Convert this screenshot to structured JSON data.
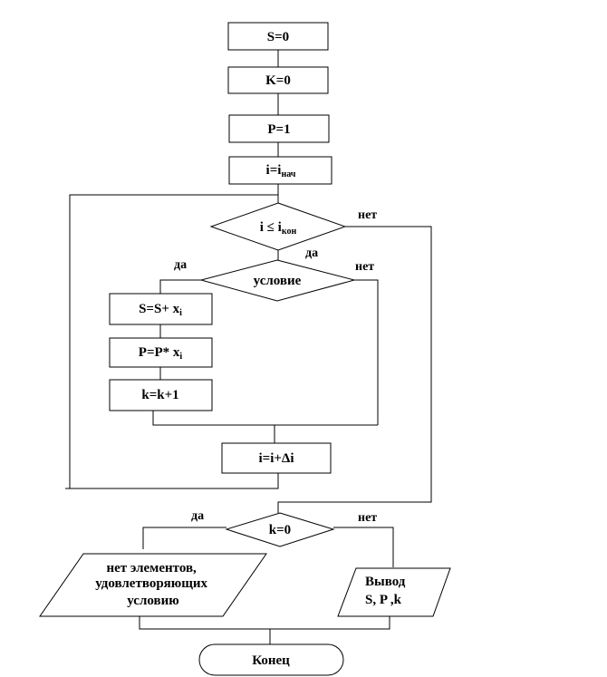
{
  "flowchart": {
    "s_init": "S=0",
    "k_init": "K=0",
    "p_init": "P=1",
    "i_init": {
      "main": "i=i",
      "sub": "нач"
    },
    "loop_cond": {
      "main": "i ≤ i",
      "sub": "кон"
    },
    "loop_yes": "да",
    "loop_no": "нет",
    "cond": "условие",
    "cond_yes": "да",
    "cond_no": "нет",
    "sum_step": {
      "main": "S=S+ x",
      "sub": "i"
    },
    "prod_step": {
      "main": "P=P* x",
      "sub": "i"
    },
    "count_step": "k=k+1",
    "i_step": "i=i+Δi",
    "k_cond": "k=0",
    "k_yes": "да",
    "k_no": "нет",
    "no_elements": [
      "нет элементов,",
      "удовлетворяющих",
      "условию"
    ],
    "output": [
      "Вывод",
      "S, P ,k"
    ],
    "end": "Конец"
  }
}
